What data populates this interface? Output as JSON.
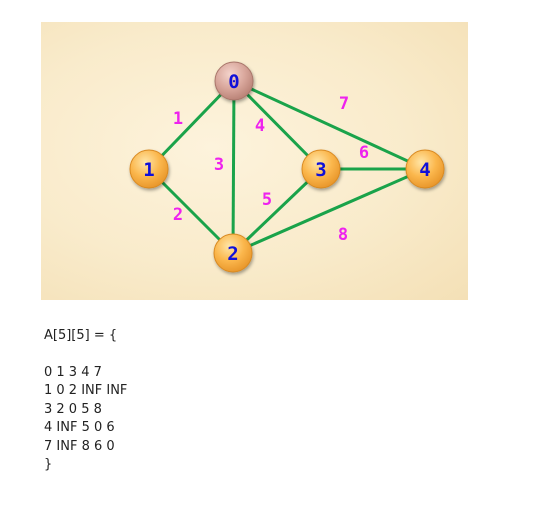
{
  "graph": {
    "colors": {
      "edge": "#1aa34a",
      "edge_label": "#ee22ee",
      "node_label": "#1010d8",
      "node_fill": "#fbb74d",
      "node_zero_fill": "#d9a79c"
    },
    "nodes": [
      {
        "id": "0",
        "label": "0"
      },
      {
        "id": "1",
        "label": "1"
      },
      {
        "id": "2",
        "label": "2"
      },
      {
        "id": "3",
        "label": "3"
      },
      {
        "id": "4",
        "label": "4"
      }
    ],
    "edges": [
      {
        "from": "0",
        "to": "1",
        "weight": "1"
      },
      {
        "from": "0",
        "to": "2",
        "weight": "3"
      },
      {
        "from": "0",
        "to": "3",
        "weight": "4"
      },
      {
        "from": "0",
        "to": "4",
        "weight": "7"
      },
      {
        "from": "1",
        "to": "2",
        "weight": "2"
      },
      {
        "from": "2",
        "to": "3",
        "weight": "5"
      },
      {
        "from": "3",
        "to": "4",
        "weight": "6"
      },
      {
        "from": "2",
        "to": "4",
        "weight": "8"
      }
    ]
  },
  "matrix": {
    "header": "A[5][5] = {",
    "rows": [
      "0 1 3 4 7",
      "1 0 2 INF INF",
      "3 2 0 5 8",
      "4 INF 5 0 6",
      "7 INF 8 6 0"
    ],
    "footer": "}"
  }
}
